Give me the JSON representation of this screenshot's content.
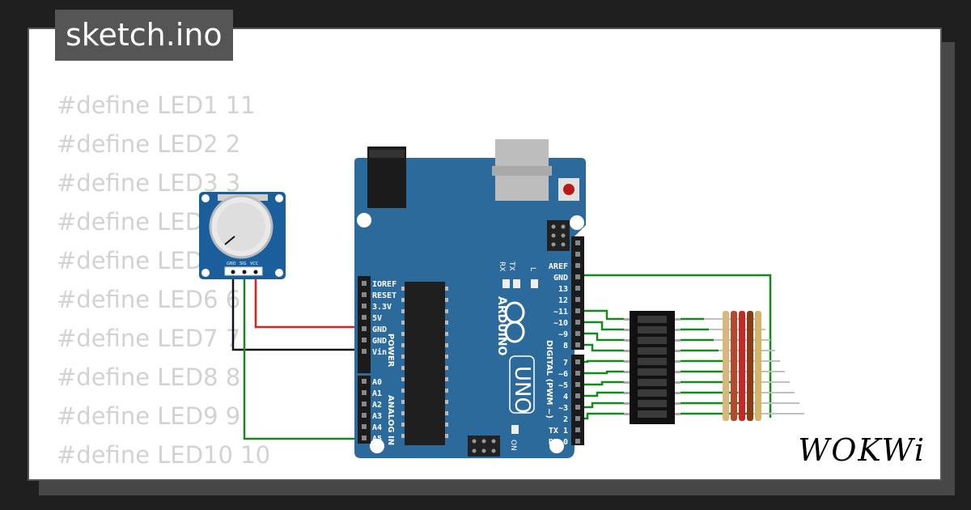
{
  "tab": {
    "filename": "sketch.ino"
  },
  "code_lines": [
    "#define LED1 11",
    "#define LED2 2",
    "#define LED3 3",
    "#define LED4 4",
    "#define LED5 5",
    "#define LED6 6",
    "#define LED7 7",
    "#define LED8 8",
    "#define LED9 9",
    "#define LED10 10"
  ],
  "potentiometer": {
    "pin_labels": [
      "GND",
      "SIG",
      "VCC"
    ]
  },
  "arduino": {
    "brand": "ARDUINO",
    "model": "UNO",
    "power_header": [
      "IOREF",
      "RESET",
      "3.3V",
      "5V",
      "GND",
      "GND",
      "Vin"
    ],
    "power_label": "POWER",
    "analog_header": [
      "A0",
      "A1",
      "A2",
      "A3",
      "A4",
      "A5"
    ],
    "analog_label": "ANALOG IN",
    "digital_upper": [
      "AREF",
      "GND",
      "13",
      "12",
      "~11",
      "~10",
      "~9",
      "8"
    ],
    "digital_lower": [
      "7",
      "~6",
      "~5",
      "4",
      "~3",
      "2",
      "TX 1",
      "RX 0"
    ],
    "digital_label": "DIGITAL (PWM ~)",
    "led_labels": [
      "TX",
      "RX",
      "L"
    ],
    "on_label": "ON"
  },
  "brand_logo": "WOKWi",
  "colors": {
    "board": "#2b6a9b",
    "wire_red": "#e81c1c",
    "wire_black": "#111111",
    "wire_green": "#138a1d"
  }
}
